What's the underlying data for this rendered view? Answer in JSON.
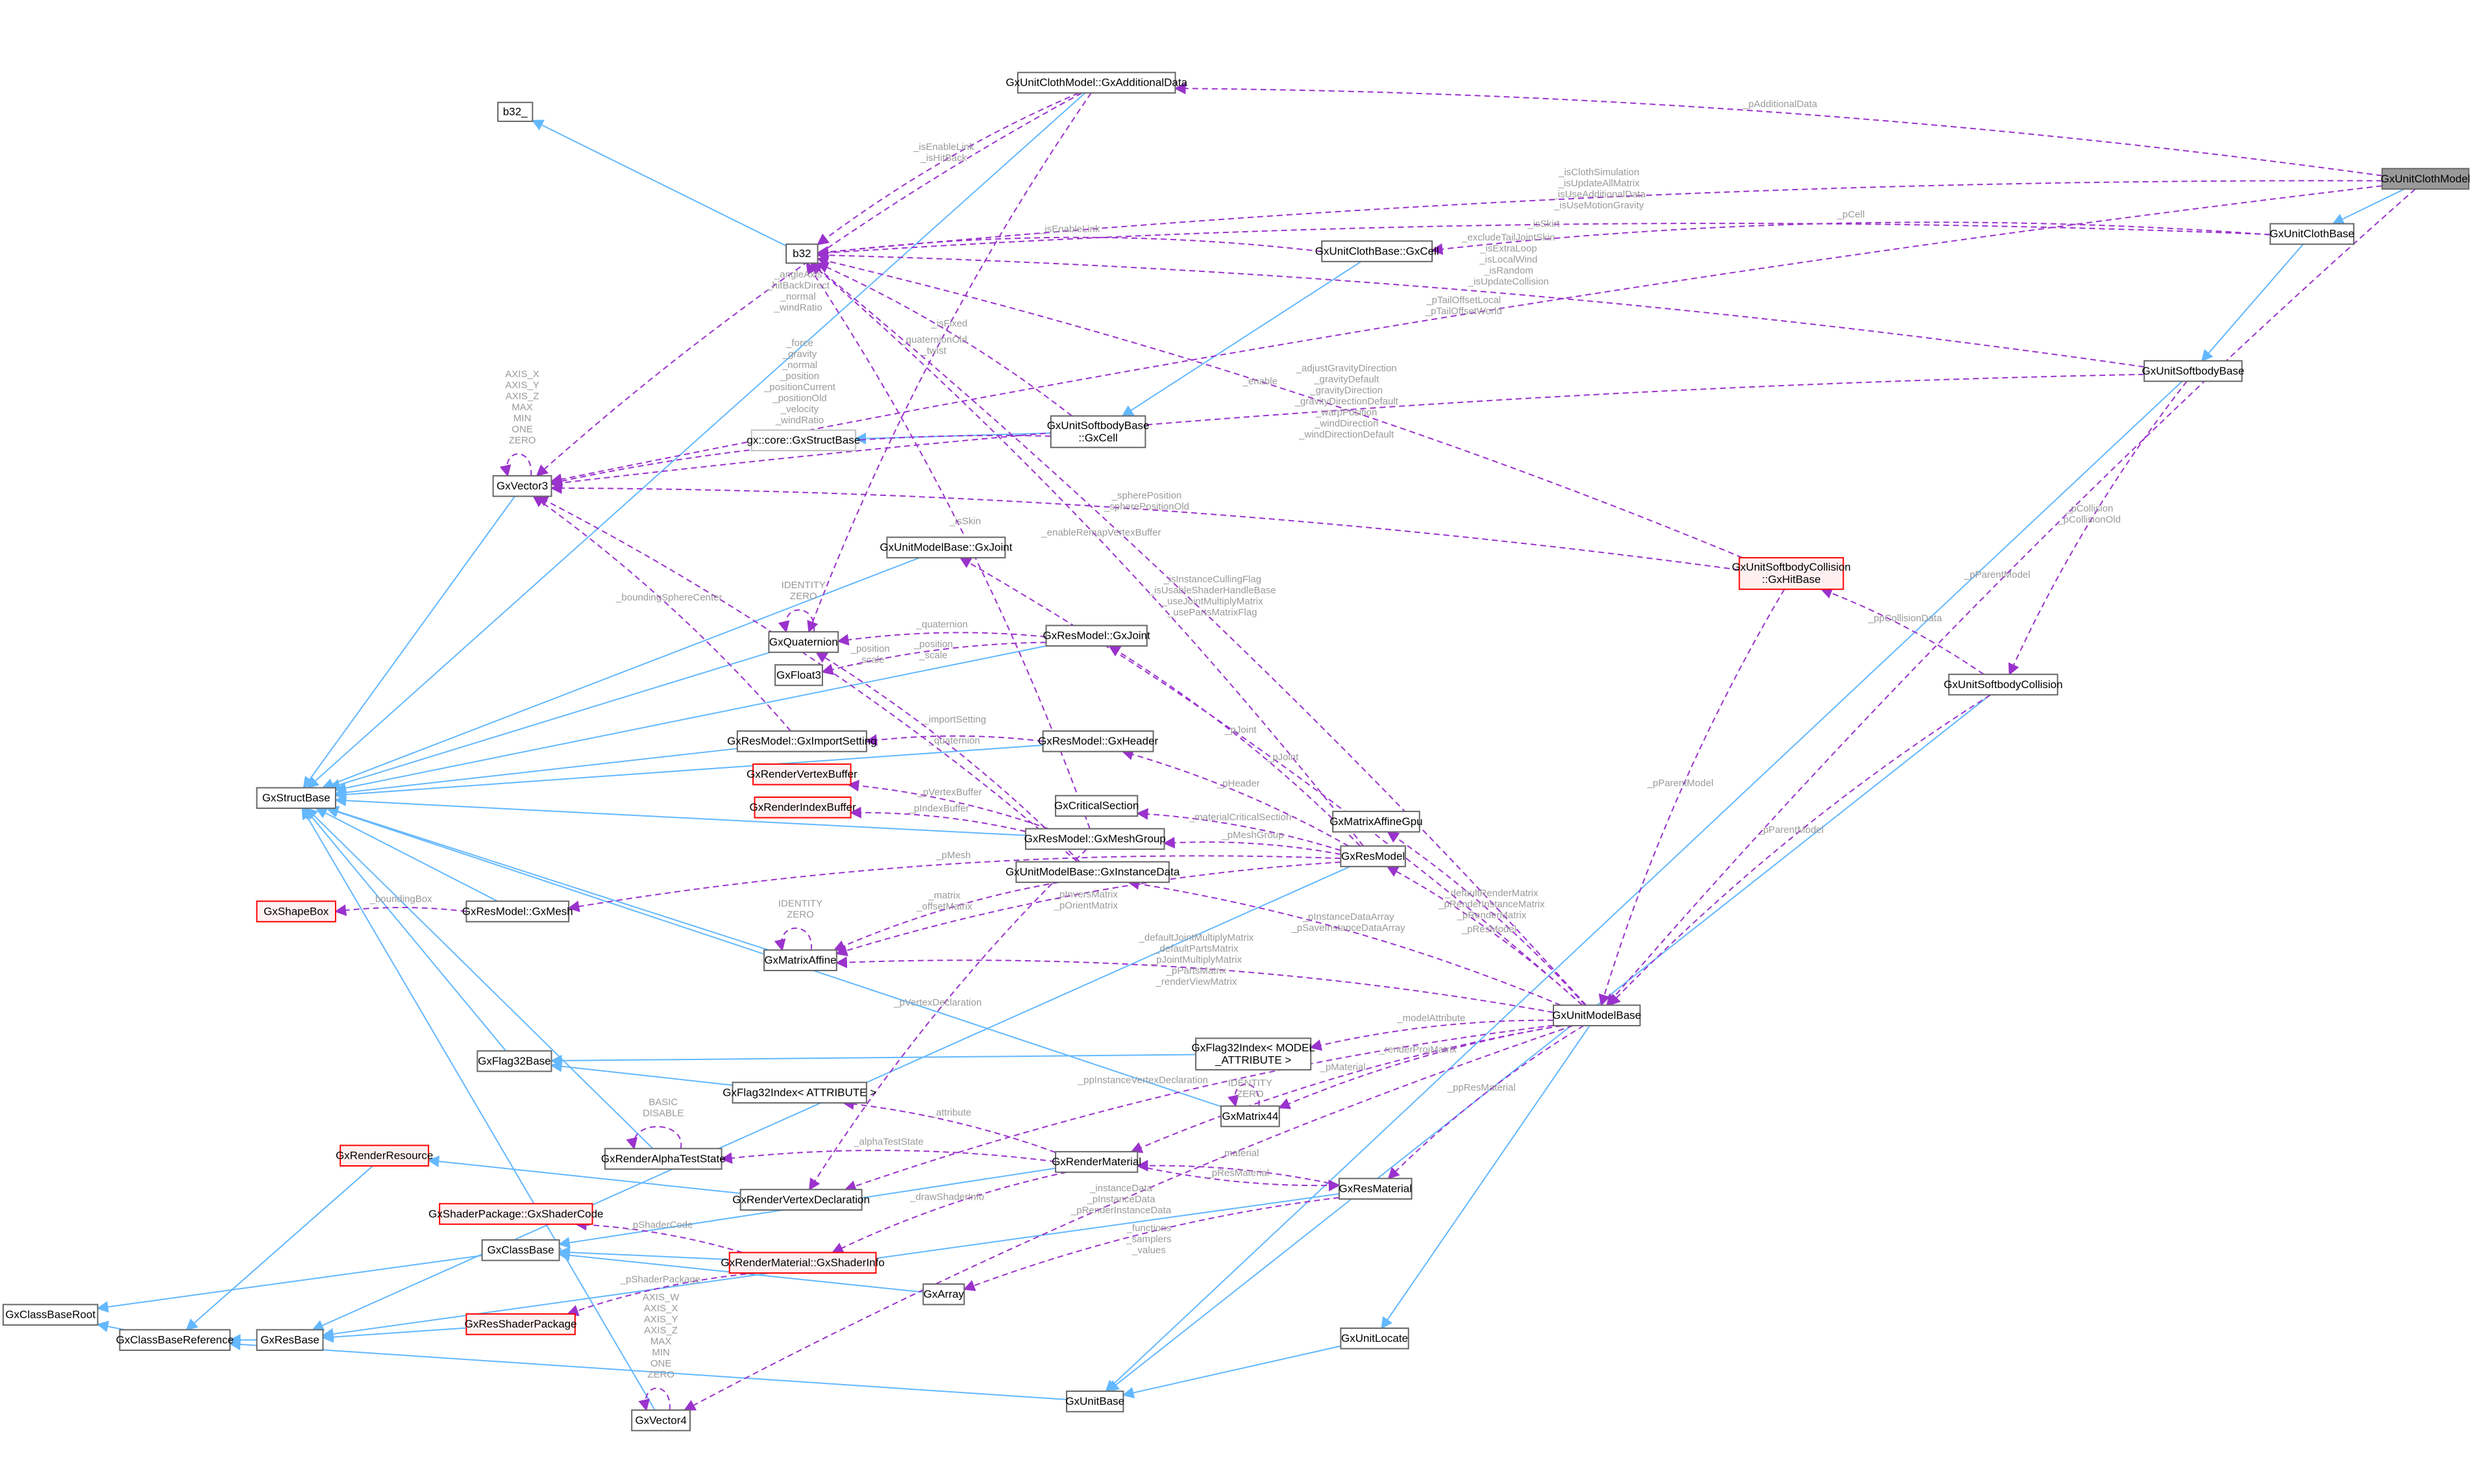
{
  "colors": {
    "inherit": "#63b8ff",
    "use": "#9a32cd",
    "main_fill": "#999999",
    "red_border": "#ff0000"
  },
  "nodes": [
    {
      "id": "clothModel",
      "lines": [
        "GxUnitClothModel"
      ],
      "style": "main"
    },
    {
      "id": "clothBase",
      "lines": [
        "GxUnitClothBase"
      ],
      "style": "normal"
    },
    {
      "id": "softBase",
      "lines": [
        "GxUnitSoftbodyBase"
      ],
      "style": "normal"
    },
    {
      "id": "addData",
      "lines": [
        "GxUnitClothModel::GxAdditionalData"
      ],
      "style": "normal"
    },
    {
      "id": "b32_",
      "lines": [
        "b32_"
      ],
      "style": "normal"
    },
    {
      "id": "b32",
      "lines": [
        "b32"
      ],
      "style": "normal"
    },
    {
      "id": "clothCell",
      "lines": [
        "GxUnitClothBase::GxCell"
      ],
      "style": "normal"
    },
    {
      "id": "softCell",
      "lines": [
        "GxUnitSoftbodyBase",
        "::GxCell"
      ],
      "style": "normal"
    },
    {
      "id": "coreStruct",
      "lines": [
        "gx::core::GxStructBase"
      ],
      "style": "light"
    },
    {
      "id": "vec3",
      "lines": [
        "GxVector3"
      ],
      "style": "normal"
    },
    {
      "id": "hitBase",
      "lines": [
        "GxUnitSoftbodyCollision",
        "::GxHitBase"
      ],
      "style": "red"
    },
    {
      "id": "umbJoint",
      "lines": [
        "GxUnitModelBase::GxJoint"
      ],
      "style": "normal"
    },
    {
      "id": "quat",
      "lines": [
        "GxQuaternion"
      ],
      "style": "normal"
    },
    {
      "id": "rmJoint",
      "lines": [
        "GxResModel::GxJoint"
      ],
      "style": "normal"
    },
    {
      "id": "float3",
      "lines": [
        "GxFloat3"
      ],
      "style": "normal"
    },
    {
      "id": "softColl",
      "lines": [
        "GxUnitSoftbodyCollision"
      ],
      "style": "normal"
    },
    {
      "id": "importSet",
      "lines": [
        "GxResModel::GxImportSetting"
      ],
      "style": "normal"
    },
    {
      "id": "header",
      "lines": [
        "GxResModel::GxHeader"
      ],
      "style": "normal"
    },
    {
      "id": "vbuf",
      "lines": [
        "GxRenderVertexBuffer"
      ],
      "style": "red"
    },
    {
      "id": "structBase",
      "lines": [
        "GxStructBase"
      ],
      "style": "normal"
    },
    {
      "id": "ibuf",
      "lines": [
        "GxRenderIndexBuffer"
      ],
      "style": "red"
    },
    {
      "id": "critSec",
      "lines": [
        "GxCriticalSection"
      ],
      "style": "normal"
    },
    {
      "id": "affGpu",
      "lines": [
        "GxMatrixAffineGpu"
      ],
      "style": "normal"
    },
    {
      "id": "meshGroup",
      "lines": [
        "GxResModel::GxMeshGroup"
      ],
      "style": "normal"
    },
    {
      "id": "resModel",
      "lines": [
        "GxResModel"
      ],
      "style": "normal"
    },
    {
      "id": "instData",
      "lines": [
        "GxUnitModelBase::GxInstanceData"
      ],
      "style": "normal"
    },
    {
      "id": "shapeBox",
      "lines": [
        "GxShapeBox"
      ],
      "style": "red"
    },
    {
      "id": "mesh",
      "lines": [
        "GxResModel::GxMesh"
      ],
      "style": "normal"
    },
    {
      "id": "affine",
      "lines": [
        "GxMatrixAffine"
      ],
      "style": "normal"
    },
    {
      "id": "umb",
      "lines": [
        "GxUnitModelBase"
      ],
      "style": "normal"
    },
    {
      "id": "flagBase",
      "lines": [
        "GxFlag32Base"
      ],
      "style": "normal"
    },
    {
      "id": "flagModel",
      "lines": [
        "GxFlag32Index< MODEL",
        "_ATTRIBUTE >"
      ],
      "style": "normal"
    },
    {
      "id": "flagAttr",
      "lines": [
        "GxFlag32Index< ATTRIBUTE >"
      ],
      "style": "normal"
    },
    {
      "id": "mat44",
      "lines": [
        "GxMatrix44"
      ],
      "style": "normal"
    },
    {
      "id": "alpha",
      "lines": [
        "GxRenderAlphaTestState"
      ],
      "style": "normal"
    },
    {
      "id": "renderRes",
      "lines": [
        "GxRenderResource"
      ],
      "style": "red"
    },
    {
      "id": "renderMat",
      "lines": [
        "GxRenderMaterial"
      ],
      "style": "normal"
    },
    {
      "id": "resMat",
      "lines": [
        "GxResMaterial"
      ],
      "style": "normal"
    },
    {
      "id": "vdecl",
      "lines": [
        "GxRenderVertexDeclaration"
      ],
      "style": "normal"
    },
    {
      "id": "shaderCode",
      "lines": [
        "GxShaderPackage::GxShaderCode"
      ],
      "style": "red"
    },
    {
      "id": "classBase",
      "lines": [
        "GxClassBase"
      ],
      "style": "normal"
    },
    {
      "id": "shaderInfo",
      "lines": [
        "GxRenderMaterial::GxShaderInfo"
      ],
      "style": "red"
    },
    {
      "id": "array",
      "lines": [
        "GxArray"
      ],
      "style": "normal"
    },
    {
      "id": "root",
      "lines": [
        "GxClassBaseRoot"
      ],
      "style": "normal"
    },
    {
      "id": "resShader",
      "lines": [
        "GxResShaderPackage"
      ],
      "style": "red"
    },
    {
      "id": "locate",
      "lines": [
        "GxUnitLocate"
      ],
      "style": "normal"
    },
    {
      "id": "classRef",
      "lines": [
        "GxClassBaseReference"
      ],
      "style": "normal"
    },
    {
      "id": "resBase",
      "lines": [
        "GxResBase"
      ],
      "style": "normal"
    },
    {
      "id": "unitBase",
      "lines": [
        "GxUnitBase"
      ],
      "style": "normal"
    },
    {
      "id": "vec4",
      "lines": [
        "GxVector4"
      ],
      "style": "normal"
    }
  ],
  "edges": [
    {
      "from": "clothModel",
      "to": "clothBase",
      "kind": "inherit",
      "labels": []
    },
    {
      "from": "clothBase",
      "to": "softBase",
      "kind": "inherit",
      "labels": []
    },
    {
      "from": "softBase",
      "to": "unitBase",
      "kind": "inherit",
      "labels": []
    },
    {
      "from": "softColl",
      "to": "unitBase",
      "kind": "inherit",
      "labels": []
    },
    {
      "from": "umb",
      "to": "locate",
      "kind": "inherit",
      "labels": []
    },
    {
      "from": "locate",
      "to": "unitBase",
      "kind": "inherit",
      "labels": []
    },
    {
      "from": "unitBase",
      "to": "classRef",
      "kind": "inherit",
      "labels": []
    },
    {
      "from": "b32",
      "to": "b32_",
      "kind": "inherit",
      "labels": []
    },
    {
      "from": "addData",
      "to": "structBase",
      "kind": "inherit",
      "labels": []
    },
    {
      "from": "clothCell",
      "to": "softCell",
      "kind": "inherit",
      "labels": []
    },
    {
      "from": "softCell",
      "to": "coreStruct",
      "kind": "inherit",
      "labels": []
    },
    {
      "from": "vec3",
      "to": "structBase",
      "kind": "inherit",
      "labels": []
    },
    {
      "from": "umbJoint",
      "to": "structBase",
      "kind": "inherit",
      "labels": []
    },
    {
      "from": "quat",
      "to": "structBase",
      "kind": "inherit",
      "labels": []
    },
    {
      "from": "rmJoint",
      "to": "structBase",
      "kind": "inherit",
      "labels": []
    },
    {
      "from": "importSet",
      "to": "structBase",
      "kind": "inherit",
      "labels": []
    },
    {
      "from": "header",
      "to": "structBase",
      "kind": "inherit",
      "labels": []
    },
    {
      "from": "meshGroup",
      "to": "structBase",
      "kind": "inherit",
      "labels": []
    },
    {
      "from": "mesh",
      "to": "structBase",
      "kind": "inherit",
      "labels": []
    },
    {
      "from": "affine",
      "to": "structBase",
      "kind": "inherit",
      "labels": []
    },
    {
      "from": "flagBase",
      "to": "structBase",
      "kind": "inherit",
      "labels": []
    },
    {
      "from": "flagModel",
      "to": "flagBase",
      "kind": "inherit",
      "labels": []
    },
    {
      "from": "flagAttr",
      "to": "flagBase",
      "kind": "inherit",
      "labels": []
    },
    {
      "from": "mat44",
      "to": "structBase",
      "kind": "inherit",
      "labels": []
    },
    {
      "from": "alpha",
      "to": "structBase",
      "kind": "inherit",
      "labels": []
    },
    {
      "from": "vec4",
      "to": "structBase",
      "kind": "inherit",
      "labels": []
    },
    {
      "from": "resModel",
      "to": "resBase",
      "kind": "inherit",
      "labels": []
    },
    {
      "from": "resMat",
      "to": "resBase",
      "kind": "inherit",
      "labels": []
    },
    {
      "from": "renderMat",
      "to": "classBase",
      "kind": "inherit",
      "labels": []
    },
    {
      "from": "vdecl",
      "to": "renderRes",
      "kind": "inherit",
      "labels": []
    },
    {
      "from": "shaderInfo",
      "to": "classBase",
      "kind": "inherit",
      "labels": []
    },
    {
      "from": "array",
      "to": "classBase",
      "kind": "inherit",
      "labels": []
    },
    {
      "from": "classBase",
      "to": "root",
      "kind": "inherit",
      "labels": []
    },
    {
      "from": "classRef",
      "to": "root",
      "kind": "inherit",
      "labels": []
    },
    {
      "from": "resBase",
      "to": "classRef",
      "kind": "inherit",
      "labels": []
    },
    {
      "from": "renderRes",
      "to": "classRef",
      "kind": "inherit",
      "labels": []
    },
    {
      "from": "resShader",
      "to": "resBase",
      "kind": "inherit",
      "labels": []
    },
    {
      "from": "clothModel",
      "to": "addData",
      "kind": "use",
      "labels": [
        "_pAdditionalData"
      ]
    },
    {
      "from": "clothModel",
      "to": "vec3",
      "kind": "use",
      "labels": [
        "_pTailOffsetLocal",
        "_pTailOffsetWorld"
      ]
    },
    {
      "from": "clothModel",
      "to": "b32",
      "kind": "use",
      "labels": [
        "_isClothSimulation",
        "_isUpdateAllMatrix",
        "_isUseAdditionalData",
        "_isUseMotionGravity"
      ]
    },
    {
      "from": "clothModel",
      "to": "umb",
      "kind": "use",
      "labels": [
        "_pParentModel"
      ]
    },
    {
      "from": "clothBase",
      "to": "b32",
      "kind": "use",
      "labels": [
        "_isSkirt"
      ]
    },
    {
      "from": "clothBase",
      "to": "clothCell",
      "kind": "use",
      "labels": [
        "_pCell"
      ]
    },
    {
      "from": "softBase",
      "to": "b32",
      "kind": "use",
      "labels": [
        "_excludeTailJointSkin",
        "_isExtraLoop",
        "_isLocalWind",
        "_isRandom",
        "_isUpdateCollision"
      ]
    },
    {
      "from": "softBase",
      "to": "vec3",
      "kind": "use",
      "labels": [
        "_adjustGravityDirection",
        "_gravityDefault",
        "_gravityDirection",
        "_gravityDirectionDefault",
        "_warpPosition",
        "_windDirection",
        "_windDirectionDefault"
      ]
    },
    {
      "from": "softBase",
      "to": "softColl",
      "kind": "use",
      "labels": [
        "_pCollision",
        "_pCollisionOld"
      ]
    },
    {
      "from": "addData",
      "to": "vec3",
      "kind": "use",
      "labels": [
        "_angleAxis",
        "_hitBackDirect",
        "_normal",
        "_windRatio"
      ]
    },
    {
      "from": "addData",
      "to": "b32",
      "kind": "use",
      "labels": [
        "_isEnableLink",
        "_isHitBack"
      ]
    },
    {
      "from": "addData",
      "to": "quat",
      "kind": "use",
      "labels": [
        "_quaternionOld",
        "_twist"
      ]
    },
    {
      "from": "clothCell",
      "to": "b32",
      "kind": "use",
      "labels": [
        "_isEnableLink"
      ]
    },
    {
      "from": "softCell",
      "to": "b32",
      "kind": "use",
      "labels": [
        "_isFixed"
      ]
    },
    {
      "from": "meshGroup",
      "to": "b32",
      "kind": "use",
      "labels": [
        "_isSkin"
      ]
    },
    {
      "from": "softCell",
      "to": "vec3",
      "kind": "use",
      "labels": [
        "_force",
        "_gravity",
        "_normal",
        "_position",
        "_positionCurrent",
        "_positionOld",
        "_velocity",
        "_windRatio"
      ]
    },
    {
      "from": "vec3",
      "to": "vec3",
      "kind": "use",
      "labels": [
        "AXIS_X",
        "AXIS_Y",
        "AXIS_Z",
        "MAX",
        "MIN",
        "ONE",
        "ZERO"
      ]
    },
    {
      "from": "resModel",
      "to": "b32",
      "kind": "use",
      "labels": [
        "_enableRemapVertexBuffer"
      ]
    },
    {
      "from": "umb",
      "to": "b32",
      "kind": "use",
      "labels": [
        "_isInstanceCullingFlag",
        "_isUsableShaderHandleBase",
        "_useJointMultiplyMatrix",
        "_usePartsMatrixFlag"
      ]
    },
    {
      "from": "hitBase",
      "to": "b32",
      "kind": "use",
      "labels": [
        "_enable"
      ]
    },
    {
      "from": "hitBase",
      "to": "vec3",
      "kind": "use",
      "labels": [
        "_spherePosition",
        "_spherePositionOld"
      ]
    },
    {
      "from": "hitBase",
      "to": "umb",
      "kind": "use",
      "labels": [
        "_pParentModel"
      ]
    },
    {
      "from": "softColl",
      "to": "hitBase",
      "kind": "use",
      "labels": [
        "_ppCollisionData"
      ]
    },
    {
      "from": "softColl",
      "to": "umb",
      "kind": "use",
      "labels": [
        "_pParentModel"
      ]
    },
    {
      "from": "importSet",
      "to": "vec3",
      "kind": "use",
      "labels": [
        "_boundingSphereCenter"
      ]
    },
    {
      "from": "quat",
      "to": "quat",
      "kind": "use",
      "labels": [
        "IDENTITY",
        "ZERO"
      ]
    },
    {
      "from": "rmJoint",
      "to": "quat",
      "kind": "use",
      "labels": [
        "_quaternion"
      ]
    },
    {
      "from": "rmJoint",
      "to": "float3",
      "kind": "use",
      "labels": [
        "_position",
        "_scale"
      ]
    },
    {
      "from": "instData",
      "to": "quat",
      "kind": "use",
      "labels": [
        "_quaternion"
      ]
    },
    {
      "from": "instData",
      "to": "vec3",
      "kind": "use",
      "labels": [
        "_position",
        "_scale"
      ]
    },
    {
      "from": "instData",
      "to": "affine",
      "kind": "use",
      "labels": [
        "_matrix",
        "_offsetMatrix"
      ]
    },
    {
      "from": "header",
      "to": "importSet",
      "kind": "use",
      "labels": [
        "_importSetting"
      ]
    },
    {
      "from": "meshGroup",
      "to": "vbuf",
      "kind": "use",
      "labels": [
        "_pVertexBuffer"
      ]
    },
    {
      "from": "meshGroup",
      "to": "ibuf",
      "kind": "use",
      "labels": [
        "_pIndexBuffer"
      ]
    },
    {
      "from": "meshGroup",
      "to": "vdecl",
      "kind": "use",
      "labels": [
        "_pVertexDeclaration"
      ]
    },
    {
      "from": "resModel",
      "to": "rmJoint",
      "kind": "use",
      "labels": [
        "_pJoint"
      ]
    },
    {
      "from": "resModel",
      "to": "header",
      "kind": "use",
      "labels": [
        "_pHeader"
      ]
    },
    {
      "from": "resModel",
      "to": "critSec",
      "kind": "use",
      "labels": [
        "_materialCriticalSection"
      ]
    },
    {
      "from": "resModel",
      "to": "meshGroup",
      "kind": "use",
      "labels": [
        "_pMeshGroup"
      ]
    },
    {
      "from": "resModel",
      "to": "affine",
      "kind": "use",
      "labels": [
        "_pInversMatrix",
        "_pOrientMatrix"
      ]
    },
    {
      "from": "resModel",
      "to": "mesh",
      "kind": "use",
      "labels": [
        "_pMesh"
      ]
    },
    {
      "from": "mesh",
      "to": "shapeBox",
      "kind": "use",
      "labels": [
        "_boundingBox"
      ]
    },
    {
      "from": "affine",
      "to": "affine",
      "kind": "use",
      "labels": [
        "IDENTITY",
        "ZERO"
      ]
    },
    {
      "from": "umb",
      "to": "umbJoint",
      "kind": "use",
      "labels": [
        "_pJoint"
      ]
    },
    {
      "from": "umb",
      "to": "affGpu",
      "kind": "use",
      "labels": [
        "_defaultRenderMatrix",
        "_pRenderInstanceMatrix",
        "_pRenderMatrix"
      ]
    },
    {
      "from": "umb",
      "to": "resModel",
      "kind": "use",
      "labels": [
        "_pResModel"
      ]
    },
    {
      "from": "umb",
      "to": "instData",
      "kind": "use",
      "labels": [
        "_pInstanceDataArray",
        "_pSaveInstanceDataArray"
      ]
    },
    {
      "from": "umb",
      "to": "affine",
      "kind": "use",
      "labels": [
        "_defaultJointMultiplyMatrix",
        "_defaultPartsMatrix",
        "_pJointMultiplyMatrix",
        "_pPartsMatrix",
        "_renderViewMatrix"
      ]
    },
    {
      "from": "umb",
      "to": "flagModel",
      "kind": "use",
      "labels": [
        "_modelAttribute"
      ]
    },
    {
      "from": "umb",
      "to": "mat44",
      "kind": "use",
      "labels": [
        "_renderProjMatrix"
      ]
    },
    {
      "from": "mat44",
      "to": "mat44",
      "kind": "use",
      "labels": [
        "IDENTITY",
        "ZERO"
      ]
    },
    {
      "from": "umb",
      "to": "renderMat",
      "kind": "use",
      "labels": [
        "_pMaterial"
      ]
    },
    {
      "from": "umb",
      "to": "resMat",
      "kind": "use",
      "labels": [
        "_ppResMaterial"
      ]
    },
    {
      "from": "umb",
      "to": "vdecl",
      "kind": "use",
      "labels": [
        "_ppInstanceVertexDeclaration"
      ]
    },
    {
      "from": "umb",
      "to": "vec4",
      "kind": "use",
      "labels": [
        "_instanceData",
        "_pInstanceData",
        "_pRenderInstanceData"
      ]
    },
    {
      "from": "renderMat",
      "to": "flagAttr",
      "kind": "use",
      "labels": [
        "_attribute"
      ]
    },
    {
      "from": "renderMat",
      "to": "alpha",
      "kind": "use",
      "labels": [
        "_alphaTestState"
      ]
    },
    {
      "from": "alpha",
      "to": "alpha",
      "kind": "use",
      "labels": [
        "BASIC",
        "DISABLE"
      ]
    },
    {
      "from": "renderMat",
      "to": "resMat",
      "kind": "use",
      "labels": [
        "_pResMaterial"
      ]
    },
    {
      "from": "resMat",
      "to": "renderMat",
      "kind": "use",
      "labels": [
        "_material"
      ]
    },
    {
      "from": "renderMat",
      "to": "shaderInfo",
      "kind": "use",
      "labels": [
        "_drawShaderInfo"
      ]
    },
    {
      "from": "resMat",
      "to": "array",
      "kind": "use",
      "labels": [
        "_functions",
        "_samplers",
        "_values"
      ]
    },
    {
      "from": "shaderInfo",
      "to": "shaderCode",
      "kind": "use",
      "labels": [
        "_pShaderCode"
      ]
    },
    {
      "from": "shaderInfo",
      "to": "resShader",
      "kind": "use",
      "labels": [
        "_pShaderPackage"
      ]
    },
    {
      "from": "vec4",
      "to": "vec4",
      "kind": "use",
      "labels": [
        "AXIS_W",
        "AXIS_X",
        "AXIS_Y",
        "AXIS_Z",
        "MAX",
        "MIN",
        "ONE",
        "ZERO"
      ]
    }
  ]
}
